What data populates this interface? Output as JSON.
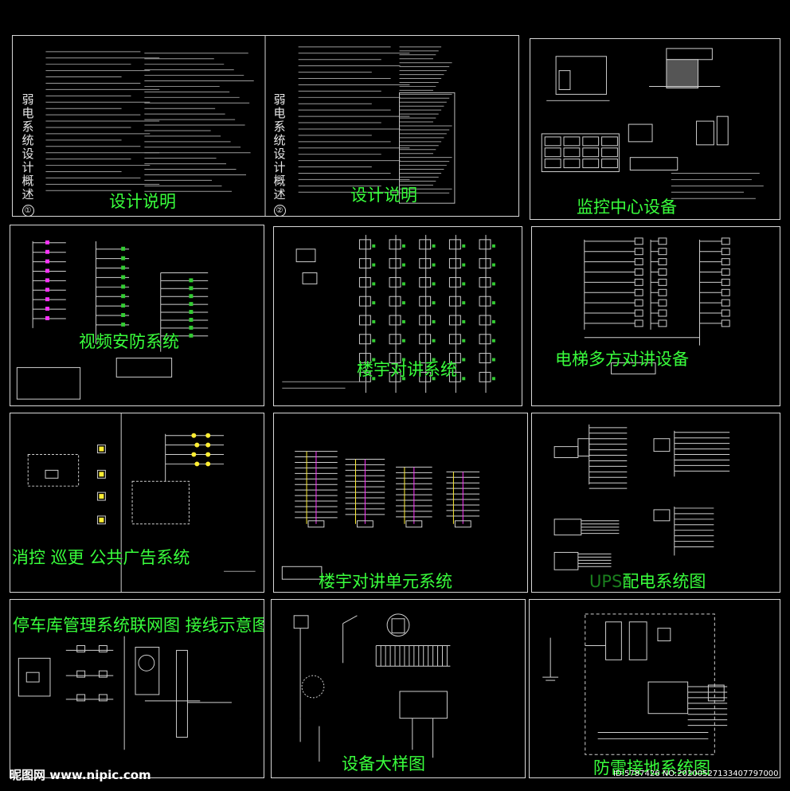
{
  "colors": {
    "background": "#000000",
    "caption": "#39ff3c",
    "line": "#d8d8d8",
    "accent_magenta": "#ff33ff",
    "accent_green": "#33cc33",
    "accent_yellow": "#ffee33"
  },
  "sheets": {
    "design_notes_1": {
      "caption": "设计说明",
      "vertical_title": "弱电系统设计概述",
      "number": "①"
    },
    "design_notes_2": {
      "caption": "设计说明",
      "vertical_title": "弱电系统设计概述",
      "number": "②"
    },
    "monitoring_center": {
      "caption": "监控中心设备"
    },
    "video_security": {
      "caption": "视频安防系统"
    },
    "building_intercom": {
      "caption": "楼宇对讲系统"
    },
    "elevator_intercom": {
      "caption": "电梯多方对讲设备"
    },
    "fire_broadcast": {
      "caption": "消控  巡更  公共广告系统"
    },
    "intercom_unit": {
      "caption": "楼宇对讲单元系统"
    },
    "ups_distribution": {
      "caption_prefix": "UPS",
      "caption": "配电系统图"
    },
    "parking": {
      "caption": "停车库管理系统联网图  接线示意图"
    },
    "equipment_detail": {
      "caption": "设备大样图"
    },
    "lightning_grounding": {
      "caption": "防雷接地系统图"
    }
  },
  "footer": {
    "watermark": "昵图网 www.nipic.com",
    "image_id": "ID:5787426 NO:20200527133407797000"
  }
}
